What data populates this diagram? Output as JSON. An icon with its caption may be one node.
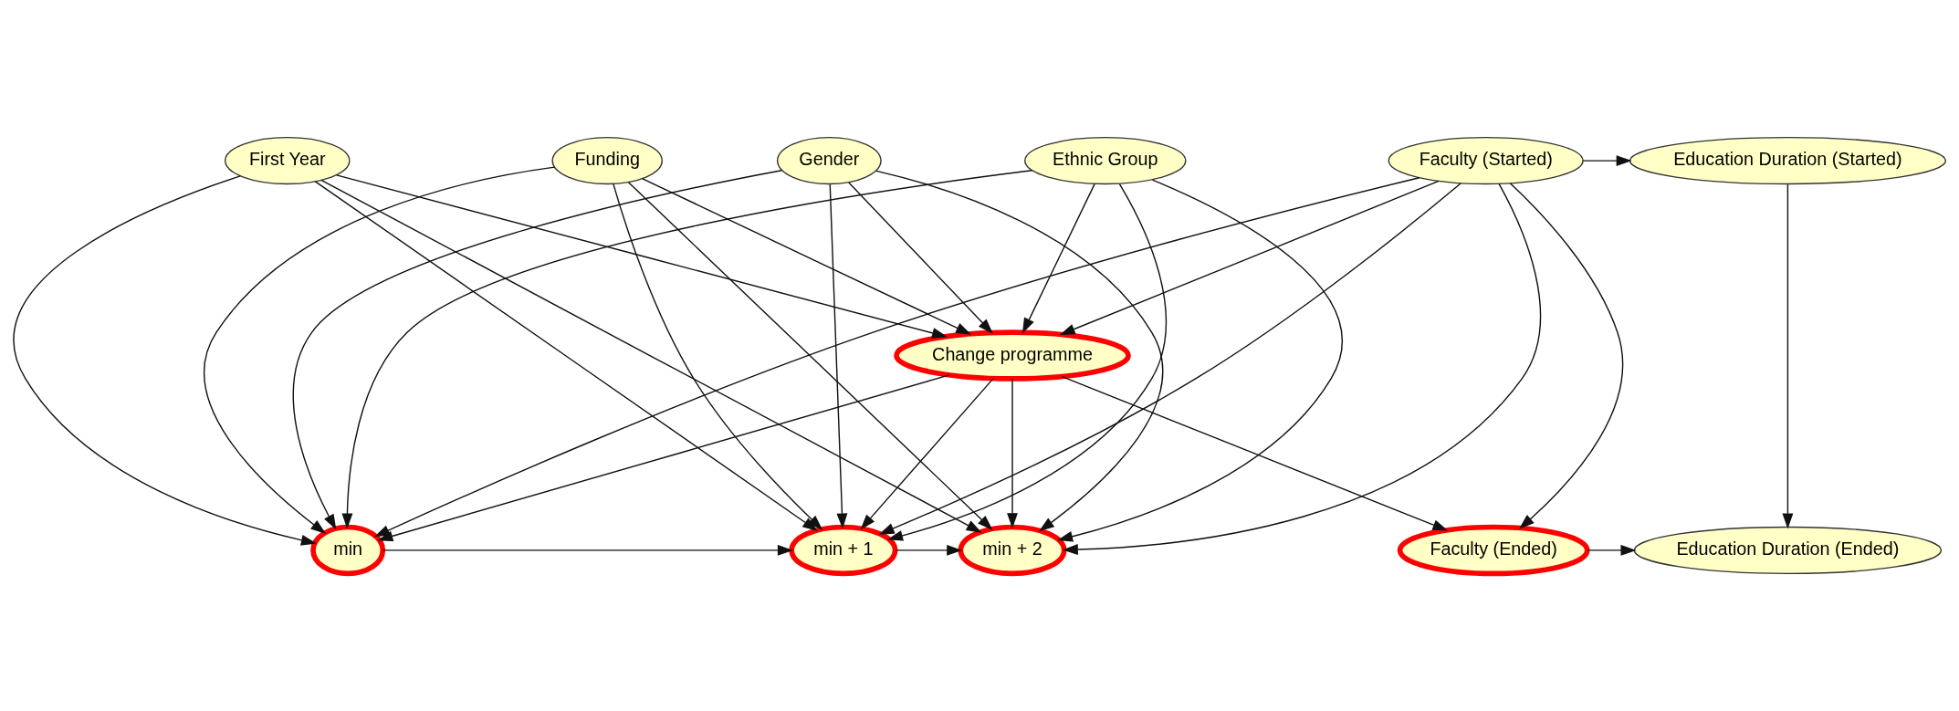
{
  "diagram": {
    "nodes": [
      {
        "text": [
          "Gender"
        ]
      },
      {
        "text": [
          "Ethnic Group"
        ]
      },
      {
        "text": [
          "First Year"
        ]
      },
      {
        "text": [
          "Funding"
        ]
      },
      {
        "text": [
          "Faculty (Started)"
        ]
      },
      {
        "text": [
          "Education Duration (Started)"
        ]
      },
      {
        "text": [
          "Change programme"
        ]
      },
      {
        "text": [
          "min"
        ]
      },
      {
        "text": [
          "min + 1"
        ]
      },
      {
        "text": [
          "min + 2"
        ]
      },
      {
        "text": [
          "Faculty (Ended)"
        ]
      },
      {
        "text": [
          "Education Duration (Ended)"
        ]
      }
    ],
    "edges": [
      {
        "from": 0,
        "to": 7,
        "arrow": "to"
      },
      {
        "from": 0,
        "to": 8,
        "arrow": "to"
      },
      {
        "from": 0,
        "to": 9,
        "arrow": "to"
      },
      {
        "from": 0,
        "to": 6,
        "arrow": "to"
      },
      {
        "from": 1,
        "to": 7,
        "arrow": "to"
      },
      {
        "from": 1,
        "to": 8,
        "arrow": "to"
      },
      {
        "from": 1,
        "to": 9,
        "arrow": "to"
      },
      {
        "from": 1,
        "to": 6,
        "arrow": "to"
      },
      {
        "from": 2,
        "to": 7,
        "arrow": "to"
      },
      {
        "from": 2,
        "to": 8,
        "arrow": "to"
      },
      {
        "from": 2,
        "to": 9,
        "arrow": "to"
      },
      {
        "from": 2,
        "to": 6,
        "arrow": "to"
      },
      {
        "from": 3,
        "to": 7,
        "arrow": "to"
      },
      {
        "from": 3,
        "to": 8,
        "arrow": "to"
      },
      {
        "from": 3,
        "to": 9,
        "arrow": "to"
      },
      {
        "from": 3,
        "to": 6,
        "arrow": "to"
      },
      {
        "from": 4,
        "to": 5,
        "arrow": "to"
      },
      {
        "from": 4,
        "to": 7,
        "arrow": "to"
      },
      {
        "from": 4,
        "to": 8,
        "arrow": "to"
      },
      {
        "from": 4,
        "to": 9,
        "arrow": "to"
      },
      {
        "from": 4,
        "to": 6,
        "arrow": "to"
      },
      {
        "from": 4,
        "to": 10,
        "arrow": "to"
      },
      {
        "from": 5,
        "to": 11,
        "arrow": "to"
      },
      {
        "from": 6,
        "to": 7,
        "arrow": "to"
      },
      {
        "from": 6,
        "to": 8,
        "arrow": "to"
      },
      {
        "from": 6,
        "to": 9,
        "arrow": "to"
      },
      {
        "from": 6,
        "to": 10,
        "arrow": "to"
      },
      {
        "from": 7,
        "to": 8,
        "arrow": "to"
      },
      {
        "from": 8,
        "to": 9,
        "arrow": "to"
      },
      {
        "from": 10,
        "to": 11,
        "arrow": "to"
      }
    ]
  }
}
